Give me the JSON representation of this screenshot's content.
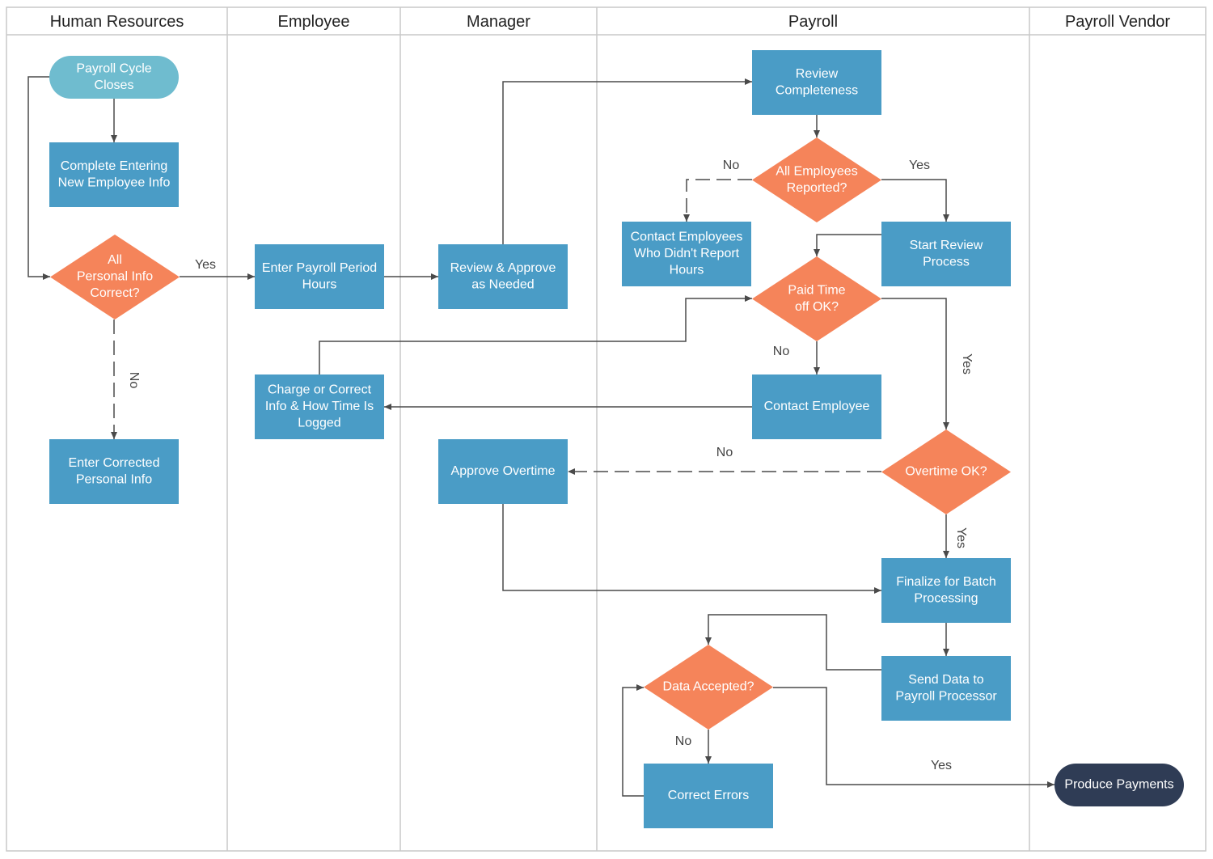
{
  "colors": {
    "process": "#4a9cc6",
    "decision": "#f5845a",
    "start": "#6fbccf",
    "end": "#2f3c55",
    "line": "#4a4a4a",
    "lane_border": "#c9c9c9"
  },
  "lanes": [
    {
      "id": "hr",
      "title": "Human Resources"
    },
    {
      "id": "employee",
      "title": "Employee"
    },
    {
      "id": "manager",
      "title": "Manager"
    },
    {
      "id": "payroll",
      "title": "Payroll"
    },
    {
      "id": "vendor",
      "title": "Payroll Vendor"
    }
  ],
  "nodes": [
    {
      "id": "cycle-closes",
      "kind": "start",
      "lines": [
        "Payroll Cycle",
        "Closes"
      ]
    },
    {
      "id": "complete-entering",
      "kind": "process",
      "lines": [
        "Complete Entering",
        "New Employee Info"
      ]
    },
    {
      "id": "personal-info-correct",
      "kind": "decision",
      "lines": [
        "All",
        "Personal Info",
        "Correct?"
      ]
    },
    {
      "id": "enter-corrected",
      "kind": "process",
      "lines": [
        "Enter Corrected",
        "Personal Info"
      ]
    },
    {
      "id": "enter-hours",
      "kind": "process",
      "lines": [
        "Enter Payroll Period",
        "Hours"
      ]
    },
    {
      "id": "charge-correct",
      "kind": "process",
      "lines": [
        "Charge or Correct",
        "Info & How Time Is",
        "Logged"
      ]
    },
    {
      "id": "review-approve",
      "kind": "process",
      "lines": [
        "Review & Approve",
        "as Needed"
      ]
    },
    {
      "id": "approve-overtime",
      "kind": "process",
      "lines": [
        "Approve Overtime"
      ]
    },
    {
      "id": "review-completeness",
      "kind": "process",
      "lines": [
        "Review",
        "Completeness"
      ]
    },
    {
      "id": "all-reported",
      "kind": "decision",
      "lines": [
        "All Employees",
        "Reported?"
      ]
    },
    {
      "id": "contact-employees",
      "kind": "process",
      "lines": [
        "Contact Employees",
        "Who Didn't Report",
        "Hours"
      ]
    },
    {
      "id": "start-review",
      "kind": "process",
      "lines": [
        "Start Review",
        "Process"
      ]
    },
    {
      "id": "pto-ok",
      "kind": "decision",
      "lines": [
        "Paid Time",
        "off OK?"
      ]
    },
    {
      "id": "contact-employee",
      "kind": "process",
      "lines": [
        "Contact Employee"
      ]
    },
    {
      "id": "overtime-ok",
      "kind": "decision",
      "lines": [
        "Overtime OK?"
      ]
    },
    {
      "id": "finalize-batch",
      "kind": "process",
      "lines": [
        "Finalize for Batch",
        "Processing"
      ]
    },
    {
      "id": "send-data",
      "kind": "process",
      "lines": [
        "Send Data to",
        "Payroll Processor"
      ]
    },
    {
      "id": "data-accepted",
      "kind": "decision",
      "lines": [
        "Data Accepted?"
      ]
    },
    {
      "id": "correct-errors",
      "kind": "process",
      "lines": [
        "Correct Errors"
      ]
    },
    {
      "id": "produce-payments",
      "kind": "end",
      "lines": [
        "Produce Payments"
      ]
    }
  ],
  "edges": [
    {
      "id": "e-cycle-complete",
      "from": "cycle-closes",
      "to": "complete-entering"
    },
    {
      "id": "e-cycle-decision",
      "from": "cycle-closes",
      "to": "personal-info-correct"
    },
    {
      "id": "e-pi-yes",
      "from": "personal-info-correct",
      "to": "enter-hours",
      "label": "Yes"
    },
    {
      "id": "e-pi-no",
      "from": "personal-info-correct",
      "to": "enter-corrected",
      "label": "No",
      "dashed": true
    },
    {
      "id": "e-hours-review",
      "from": "enter-hours",
      "to": "review-approve"
    },
    {
      "id": "e-review-completeness",
      "from": "review-approve",
      "to": "review-completeness"
    },
    {
      "id": "e-completeness-reported",
      "from": "review-completeness",
      "to": "all-reported"
    },
    {
      "id": "e-reported-no",
      "from": "all-reported",
      "to": "contact-employees",
      "label": "No",
      "dashed": true
    },
    {
      "id": "e-reported-yes",
      "from": "all-reported",
      "to": "start-review",
      "label": "Yes"
    },
    {
      "id": "e-start-pto",
      "from": "start-review",
      "to": "pto-ok"
    },
    {
      "id": "e-pto-no",
      "from": "pto-ok",
      "to": "contact-employee",
      "label": "No"
    },
    {
      "id": "e-pto-yes",
      "from": "pto-ok",
      "to": "overtime-ok",
      "label": "Yes"
    },
    {
      "id": "e-contact-charge",
      "from": "contact-employee",
      "to": "charge-correct"
    },
    {
      "id": "e-charge-pto",
      "from": "charge-correct",
      "to": "pto-ok"
    },
    {
      "id": "e-ot-no",
      "from": "overtime-ok",
      "to": "approve-overtime",
      "label": "No",
      "dashed": true
    },
    {
      "id": "e-ot-yes",
      "from": "overtime-ok",
      "to": "finalize-batch",
      "label": "Yes"
    },
    {
      "id": "e-approve-finalize",
      "from": "approve-overtime",
      "to": "finalize-batch"
    },
    {
      "id": "e-finalize-send",
      "from": "finalize-batch",
      "to": "send-data"
    },
    {
      "id": "e-send-accepted",
      "from": "send-data",
      "to": "data-accepted"
    },
    {
      "id": "e-accepted-no",
      "from": "data-accepted",
      "to": "correct-errors",
      "label": "No"
    },
    {
      "id": "e-errors-accepted",
      "from": "correct-errors",
      "to": "data-accepted"
    },
    {
      "id": "e-accepted-yes",
      "from": "data-accepted",
      "to": "produce-payments",
      "label": "Yes"
    }
  ]
}
